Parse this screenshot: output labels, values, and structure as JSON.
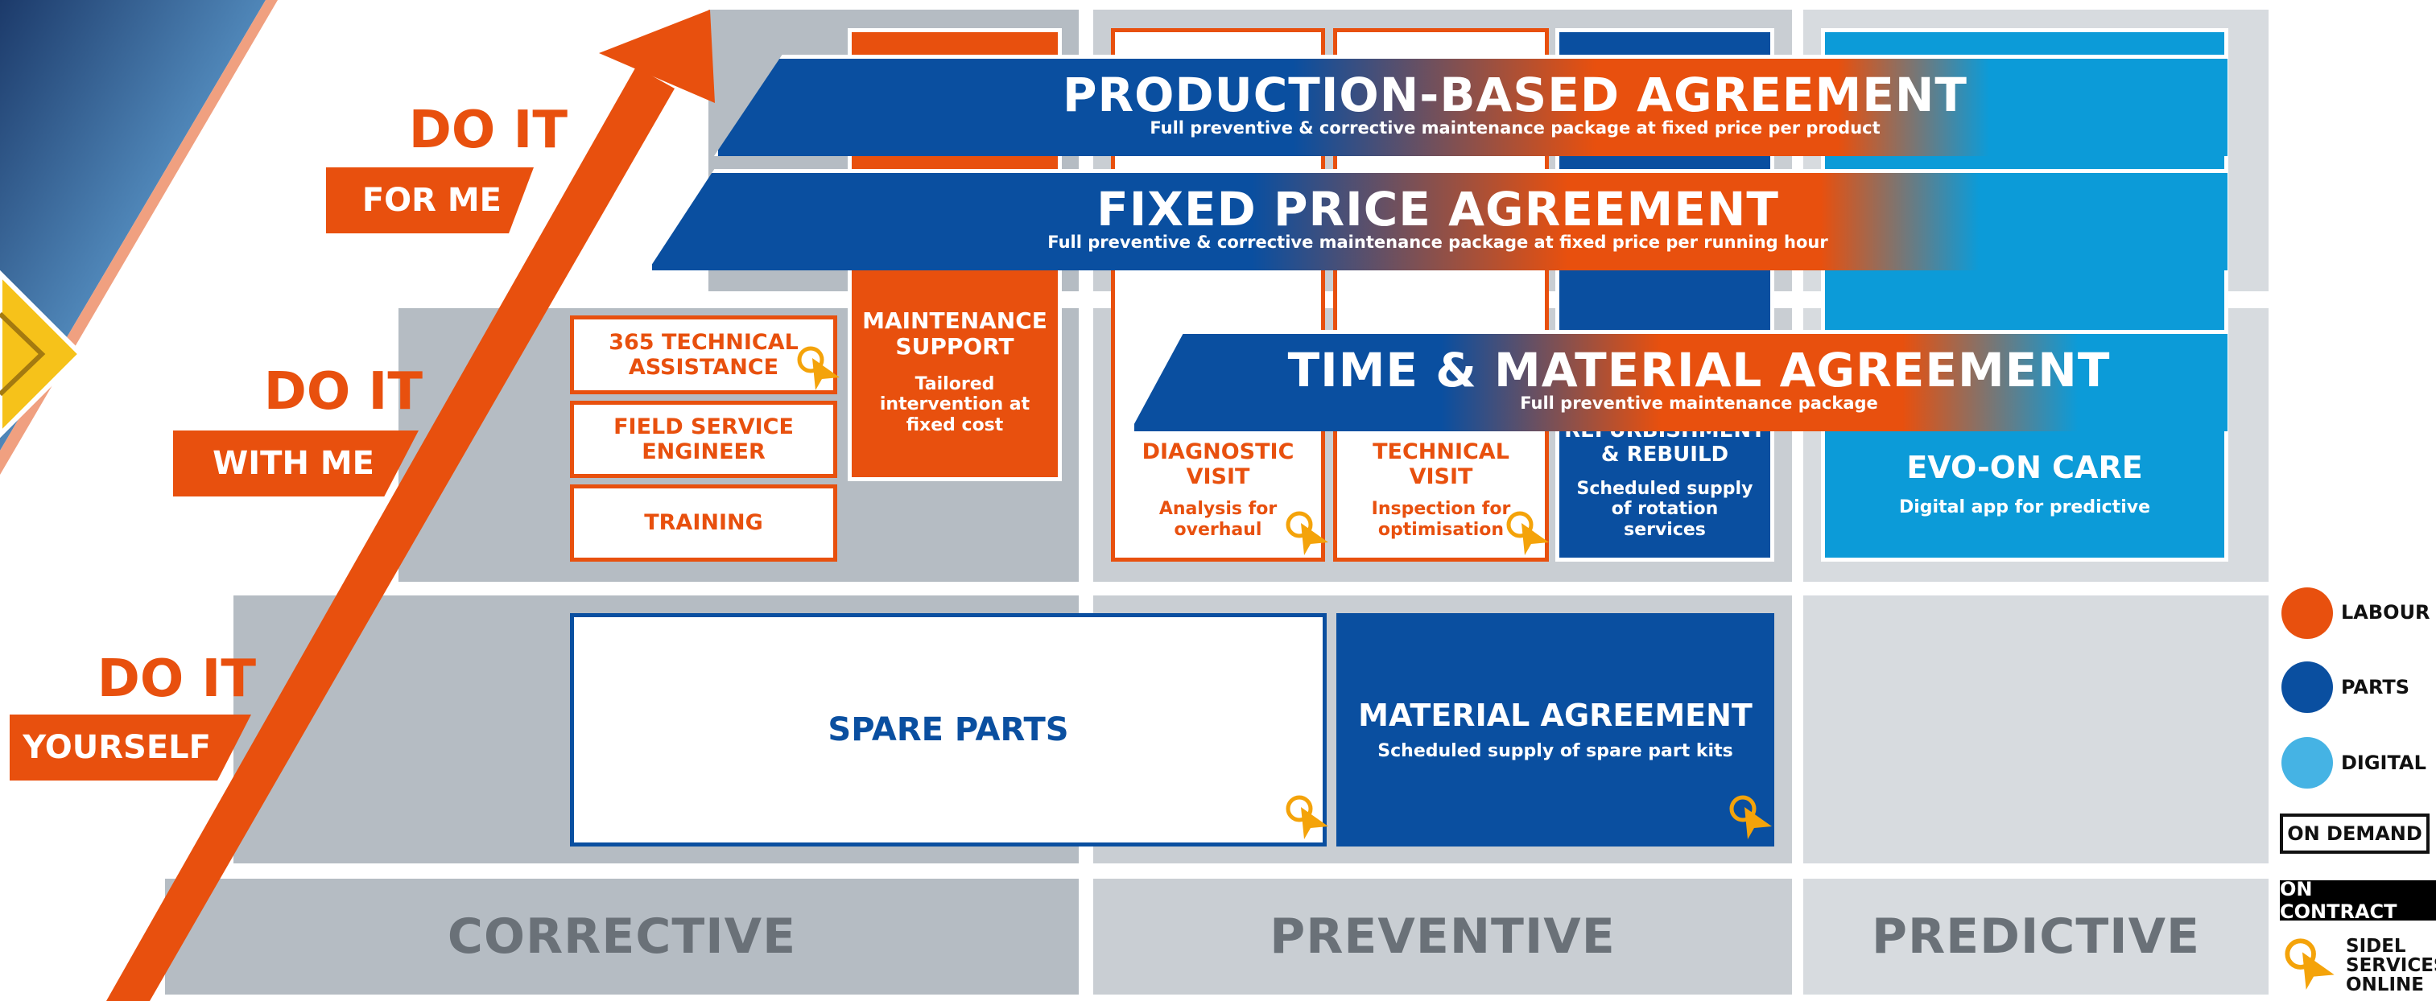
{
  "colors": {
    "labour": "#e8500e",
    "parts": "#0a4fa0",
    "digital": "#0c9bd8",
    "arrow": "#e8500e",
    "cursor": "#f4a30a"
  },
  "columns": {
    "corrective": "CORRECTIVE",
    "preventive": "PREVENTIVE",
    "predictive": "PREDICTIVE"
  },
  "levels": {
    "for_me": {
      "big": "DO IT",
      "small": "FOR ME"
    },
    "with_me": {
      "big": "DO IT",
      "small": "WITH ME"
    },
    "yourself": {
      "big": "DO IT",
      "small": "YOURSELF"
    }
  },
  "banners": {
    "production": {
      "title": "PRODUCTION-BASED AGREEMENT",
      "sub": "Full preventive & corrective maintenance package at fixed price per product"
    },
    "fixed": {
      "title": "FIXED PRICE AGREEMENT",
      "sub": "Full preventive & corrective maintenance package at fixed price per running hour"
    },
    "time": {
      "title": "TIME & MATERIAL AGREEMENT",
      "sub": "Full preventive maintenance package"
    }
  },
  "boxes": {
    "tech365": "365 TECHNICAL ASSISTANCE",
    "field": "FIELD SERVICE ENGINEER",
    "training": "TRAINING",
    "maint_title": "MAINTENANCE SUPPORT",
    "maint_sub": "Tailored intervention at fixed cost",
    "diag_title": "DIAGNOSTIC VISIT",
    "diag_sub": "Analysis for overhaul",
    "techv_title": "TECHNICAL VISIT",
    "techv_sub": "Inspection for optimisation",
    "refurb_title": "REFURBISHMENT & REBUILD",
    "refurb_sub": "Scheduled supply of rotation services",
    "evo_title": "EVO-ON CARE",
    "evo_sub": "Digital app for predictive",
    "spare": "SPARE PARTS",
    "material_title": "MATERIAL AGREEMENT",
    "material_sub": "Scheduled supply of spare part kits"
  },
  "legend": {
    "labour": "LABOUR",
    "parts": "PARTS",
    "digital": "DIGITAL",
    "on_demand": "ON DEMAND",
    "on_contract": "ON CONTRACT",
    "online": "SIDEL SERVICES ONLINE"
  }
}
